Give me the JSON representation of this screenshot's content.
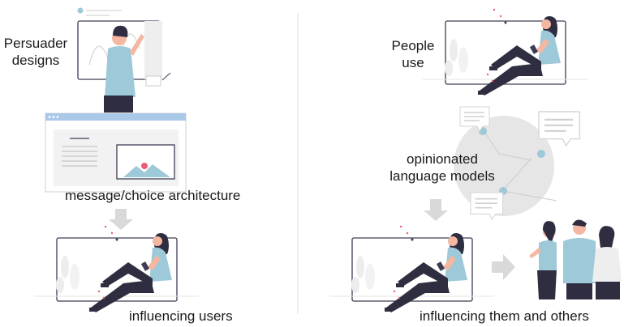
{
  "left": {
    "designer_label_line1": "Persuader",
    "designer_label_line2": "designs",
    "architecture_label": "message/choice architecture",
    "outcome_label": "influencing users"
  },
  "right": {
    "users_label_line1": "People",
    "users_label_line2": "use",
    "models_label_line1": "opinionated",
    "models_label_line2": "language models",
    "outcome_label": "influencing them and others"
  },
  "colors": {
    "accent_teal": "#9ec9d8",
    "accent_pink": "#e85d75",
    "dark": "#2f2e41",
    "frame": "#3f3d56",
    "light_gray": "#e6e6e6",
    "arrow_gray": "#d9d9d9",
    "browser_bar": "#aac8e8"
  }
}
